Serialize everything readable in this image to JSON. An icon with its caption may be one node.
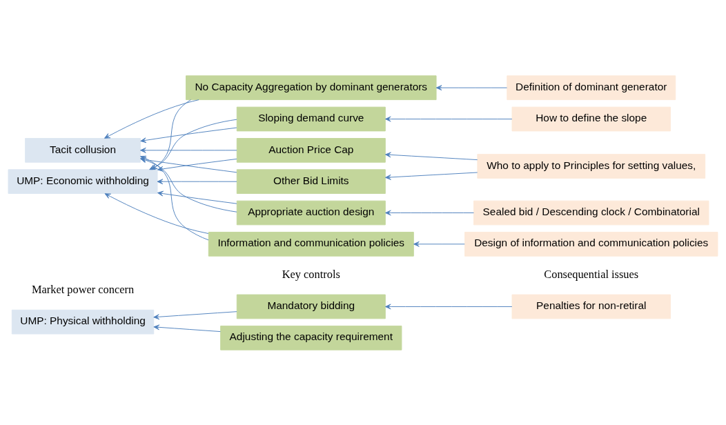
{
  "diagram": {
    "nodes": [
      {
        "text": [
          "UMP: Physical withholding"
        ]
      },
      {
        "text": [
          "UMP: Economic withholding"
        ]
      },
      {
        "text": [
          "Tacit collusion"
        ]
      },
      {
        "text": [
          "Mandatory bidding"
        ]
      },
      {
        "text": [
          "Adjusting the capacity requirement"
        ]
      },
      {
        "text": [
          "No Capacity Aggregation by dominant generators"
        ]
      },
      {
        "text": [
          "Sloping demand curve"
        ]
      },
      {
        "text": [
          "Auction Price Cap"
        ]
      },
      {
        "text": [
          "Other Bid Limits"
        ]
      },
      {
        "text": [
          "Appropriate auction design"
        ]
      },
      {
        "text": [
          "Information and communication policies"
        ]
      },
      {
        "text": [
          "Penalties for non-retiral"
        ]
      },
      {
        "text": [
          "Definition of dominant generator"
        ]
      },
      {
        "text": [
          "How to define the slope"
        ]
      },
      {
        "text": [
          "Who to apply to Principles for setting values,"
        ]
      },
      {
        "text": [
          "Sealed bid / Descending clock / Combinatorial"
        ]
      },
      {
        "text": [
          "Design of information and communication policies"
        ]
      }
    ],
    "edges": [
      {
        "from": 3,
        "to": 0,
        "arrow": "to"
      },
      {
        "from": 4,
        "to": 0,
        "arrow": "to"
      },
      {
        "from": 5,
        "to": 1,
        "arrow": "to"
      },
      {
        "from": 6,
        "to": 1,
        "arrow": "to"
      },
      {
        "from": 7,
        "to": 1,
        "arrow": "to"
      },
      {
        "from": 8,
        "to": 1,
        "arrow": "to"
      },
      {
        "from": 9,
        "to": 1,
        "arrow": "to"
      },
      {
        "from": 10,
        "to": 1,
        "arrow": "to"
      },
      {
        "from": 5,
        "to": 2,
        "arrow": "to"
      },
      {
        "from": 6,
        "to": 2,
        "arrow": "to"
      },
      {
        "from": 7,
        "to": 2,
        "arrow": "to"
      },
      {
        "from": 8,
        "to": 2,
        "arrow": "to"
      },
      {
        "from": 9,
        "to": 2,
        "arrow": "to"
      },
      {
        "from": 10,
        "to": 2,
        "arrow": "to"
      },
      {
        "from": 11,
        "to": 3,
        "arrow": "to"
      },
      {
        "from": 12,
        "to": 5,
        "arrow": "to"
      },
      {
        "from": 13,
        "to": 6,
        "arrow": "to"
      },
      {
        "from": 14,
        "to": 7,
        "arrow": "to"
      },
      {
        "from": 14,
        "to": 8,
        "arrow": "to"
      },
      {
        "from": 15,
        "to": 9,
        "arrow": "to"
      },
      {
        "from": 16,
        "to": 10,
        "arrow": "to"
      }
    ],
    "labels": [
      "Market power concern",
      "Key controls",
      "Consequential issues"
    ]
  }
}
